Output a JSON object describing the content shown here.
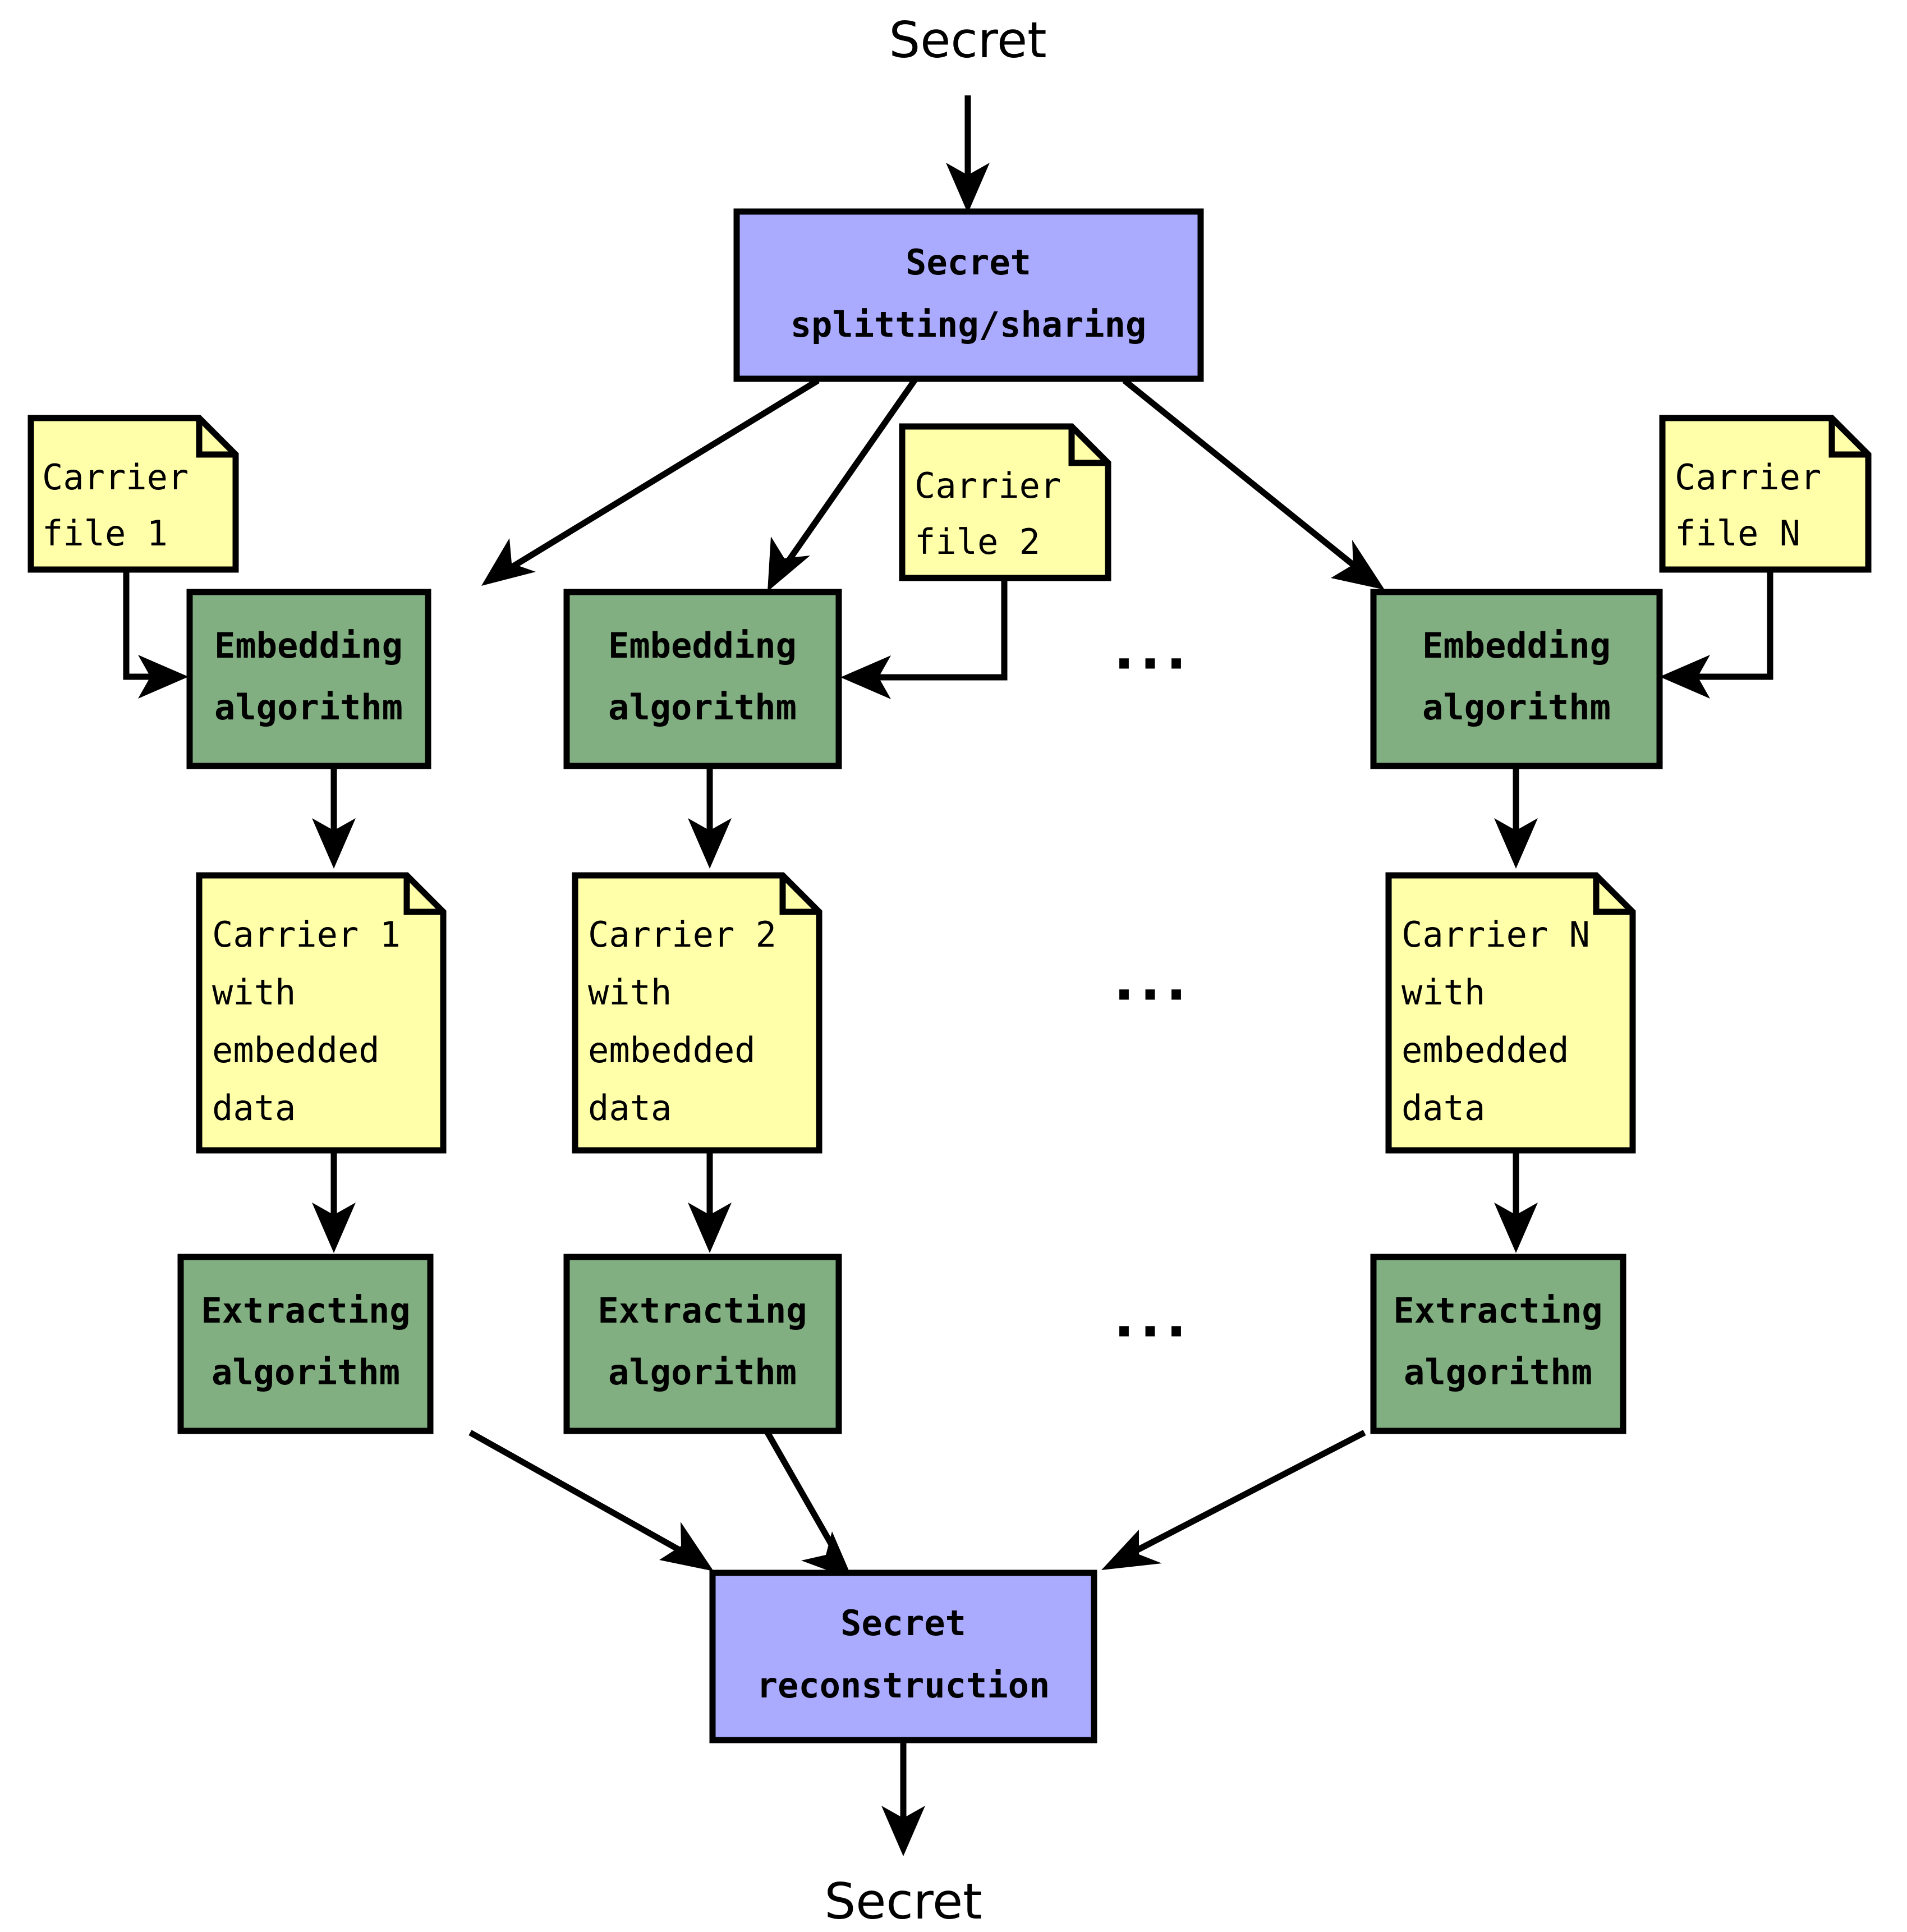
{
  "diagram": {
    "title": "Secret splitting with steganographic carriers",
    "colors": {
      "process_fill": "#aaaaff",
      "algorithm_fill": "#81af81",
      "note_fill": "#ffffaa",
      "stroke": "#000000",
      "background": "#ffffff"
    },
    "endpoints": {
      "input_secret": "Secret",
      "output_secret": "Secret"
    },
    "process_nodes": {
      "splitting": "Secret\nsplitting/sharing",
      "splitting_line1": "Secret",
      "splitting_line2": "splitting/sharing",
      "reconstruction_line1": "Secret",
      "reconstruction_line2": "reconstruction"
    },
    "columns": [
      {
        "id": "column-1",
        "carrier_file": {
          "line1": "Carrier",
          "line2": "file 1"
        },
        "embedding": {
          "line1": "Embedding",
          "line2": "algorithm"
        },
        "carrier_embedded": {
          "line1": "Carrier 1",
          "line2": "with",
          "line3": "embedded",
          "line4": "data"
        },
        "extracting": {
          "line1": "Extracting",
          "line2": "algorithm"
        }
      },
      {
        "id": "column-2",
        "carrier_file": {
          "line1": "Carrier",
          "line2": "file 2"
        },
        "embedding": {
          "line1": "Embedding",
          "line2": "algorithm"
        },
        "carrier_embedded": {
          "line1": "Carrier 2",
          "line2": "with",
          "line3": "embedded",
          "line4": "data"
        },
        "extracting": {
          "line1": "Extracting",
          "line2": "algorithm"
        }
      },
      {
        "id": "column-n",
        "carrier_file": {
          "line1": "Carrier",
          "line2": "file N"
        },
        "embedding": {
          "line1": "Embedding",
          "line2": "algorithm"
        },
        "carrier_embedded": {
          "line1": "Carrier N",
          "line2": "with",
          "line3": "embedded",
          "line4": "data"
        },
        "extracting": {
          "line1": "Extracting",
          "line2": "algorithm"
        }
      }
    ],
    "ellipses": {
      "row_embedding": "...",
      "row_carrier": "...",
      "row_extracting": "..."
    }
  }
}
